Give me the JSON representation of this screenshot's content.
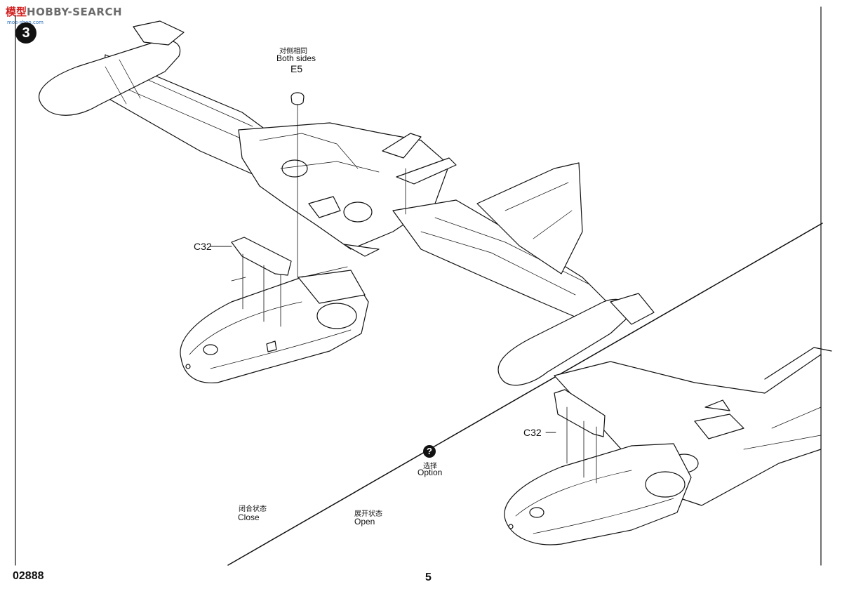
{
  "watermark": {
    "part1": "模型",
    "part2": "HOBBY-SEARCH",
    "sub": "moe-shop.com"
  },
  "step": {
    "number": "3"
  },
  "callouts": {
    "e5": {
      "cn": "对侧相同",
      "en": "Both sides",
      "part": "E5"
    },
    "c32_main": {
      "part": "C32"
    },
    "c32_option": {
      "part": "C32"
    }
  },
  "option": {
    "icon": "?",
    "cn": "选择",
    "en": "Option"
  },
  "states": {
    "close": {
      "cn": "闭合状态",
      "en": "Close"
    },
    "open": {
      "cn": "展开状态",
      "en": "Open"
    }
  },
  "footer": {
    "code": "02888",
    "page": "5"
  }
}
